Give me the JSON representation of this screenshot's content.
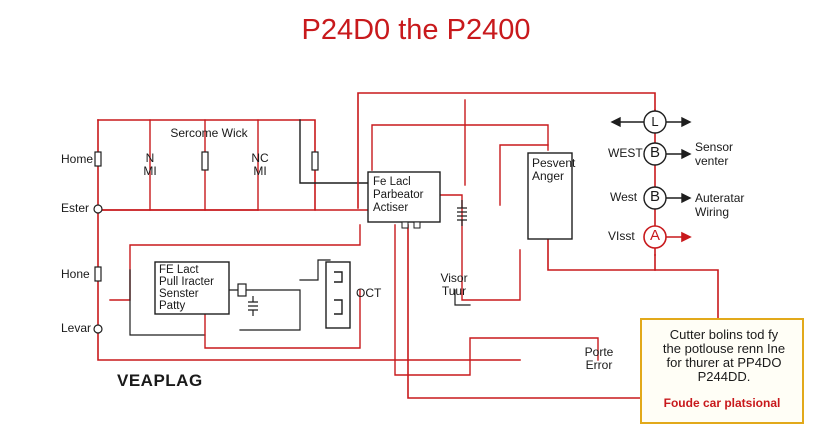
{
  "title": "P24D0 the P2400",
  "left_terminals": [
    "Home",
    "Ester",
    "Hone",
    "Levar"
  ],
  "top_relay": {
    "label": "Sercome Wick",
    "contacts": [
      "N\nMI",
      "NC\nMI"
    ]
  },
  "central_module": "Fe Lacl\nParbeator\nActiser",
  "lower_module": "FE Lact\nPull Iracter\nSenster\nPatty",
  "oct_label": "OCT",
  "visor_label": "Visor\nTuur",
  "sensor_box": "Pesvent\nAnger",
  "porte_label": "Porte\nError",
  "right_nodes": [
    {
      "side_label": "",
      "letter": "L",
      "desc": ""
    },
    {
      "side_label": "WEST",
      "letter": "B",
      "desc": "Sensor\nventer"
    },
    {
      "side_label": "West",
      "letter": "B",
      "desc": "Auteratar\nWiring"
    },
    {
      "side_label": "VIsst",
      "letter": "A",
      "desc": ""
    }
  ],
  "brand": "VEAPLAG",
  "note": {
    "body": "Cutter bolins tod fy\nthe potlouse renn Ine\nfor thurer at PP4DO\nP244DD.",
    "footer": "Foude car platsional"
  },
  "colors": {
    "wire": "#c8191c",
    "dark_wire": "#1e1e1e",
    "accent_note_border": "#e2a91a"
  }
}
